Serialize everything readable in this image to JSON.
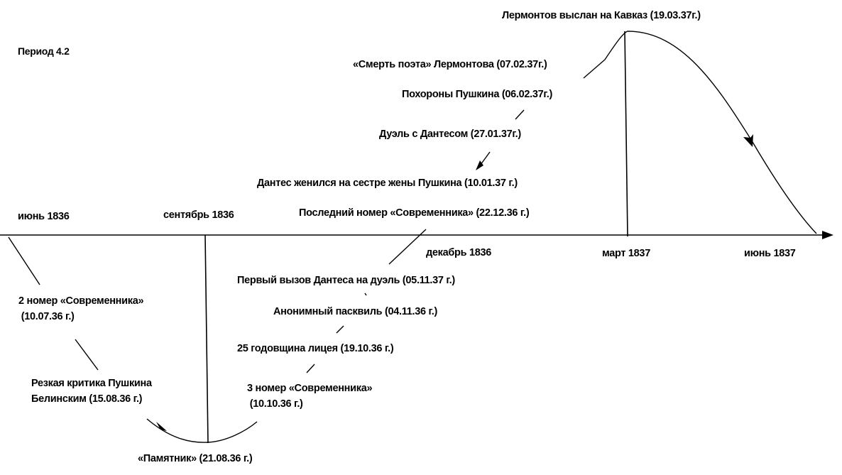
{
  "title": "Период 4.2",
  "axis_labels": {
    "jun1836": "июнь 1836",
    "sep1836": "сентябрь 1836",
    "dec1836": "декабрь 1836",
    "mar1837": "март 1837",
    "jun1837": "июнь 1837"
  },
  "events": {
    "lermontov_exile": "Лермонтов  выслан на Кавказ (19.03.37г.)",
    "death_of_poet": "«Смерть поэта» Лермонтова (07.02.37г.)",
    "funeral": "Похороны Пушкина (06.02.37г.)",
    "duel": "Дуэль с Дантесом (27.01.37г.)",
    "dantes_married": "Дантес женился на сестре жены Пушкина (10.01.37 г.)",
    "last_sovremennik": "Последний номер «Современника» (22.12.36 г.)",
    "first_challenge": "Первый вызов Дантеса на дуэль (05.11.37 г.)",
    "pasquil": "Анонимный пасквиль (04.11.36 г.)",
    "lyceum": "25 годовщина лицея (19.10.36 г.)",
    "sovremennik3_line1": "3 номер «Современника»",
    "sovremennik3_line2": " (10.10.36 г.)",
    "sovremennik2_line1": "2 номер «Современника»",
    "sovremennik2_line2": " (10.07.36 г.)",
    "belinsky_line1": "Резкая критика Пушкина",
    "belinsky_line2": "Белинским (15.08.36 г.)",
    "monument": "«Памятник» (21.08.36 г.)"
  }
}
